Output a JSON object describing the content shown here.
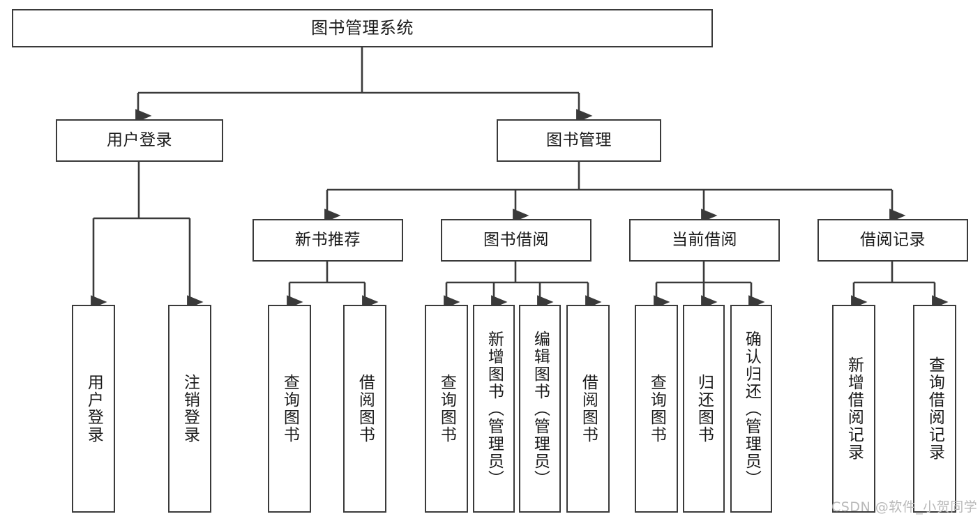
{
  "diagram": {
    "type": "tree",
    "title": "图书管理系统",
    "root": {
      "id": "root",
      "label": "图书管理系统"
    },
    "level1": [
      {
        "id": "user-login",
        "label": "用户登录"
      },
      {
        "id": "book-manage",
        "label": "图书管理"
      }
    ],
    "level2": [
      {
        "id": "new-book-recommend",
        "label": "新书推荐",
        "parent": "book-manage"
      },
      {
        "id": "book-borrow",
        "label": "图书借阅",
        "parent": "book-manage"
      },
      {
        "id": "current-borrow",
        "label": "当前借阅",
        "parent": "book-manage"
      },
      {
        "id": "borrow-record",
        "label": "借阅记录",
        "parent": "book-manage"
      }
    ],
    "leaves": [
      {
        "id": "leaf-user-login",
        "label": "用户登录",
        "parent": "user-login"
      },
      {
        "id": "leaf-user-logout",
        "label": "注销登录",
        "parent": "user-login"
      },
      {
        "id": "leaf-query-book-1",
        "label": "查询图书",
        "parent": "new-book-recommend"
      },
      {
        "id": "leaf-borrow-book-1",
        "label": "借阅图书",
        "parent": "new-book-recommend"
      },
      {
        "id": "leaf-query-book-2",
        "label": "查询图书",
        "parent": "book-borrow"
      },
      {
        "id": "leaf-add-book",
        "label": "新增图书（管理员）",
        "parent": "book-borrow"
      },
      {
        "id": "leaf-edit-book",
        "label": "编辑图书（管理员）",
        "parent": "book-borrow"
      },
      {
        "id": "leaf-borrow-book-2",
        "label": "借阅图书",
        "parent": "book-borrow"
      },
      {
        "id": "leaf-query-book-3",
        "label": "查询图书",
        "parent": "current-borrow"
      },
      {
        "id": "leaf-return-book",
        "label": "归还图书",
        "parent": "current-borrow"
      },
      {
        "id": "leaf-confirm-return",
        "label": "确认归还（管理员）",
        "parent": "current-borrow"
      },
      {
        "id": "leaf-add-record",
        "label": "新增借阅记录",
        "parent": "borrow-record"
      },
      {
        "id": "leaf-query-record",
        "label": "查询借阅记录",
        "parent": "borrow-record"
      }
    ],
    "colors": {
      "stroke": "#3a3a3a",
      "fill": "#ffffff",
      "text": "#1a1a1a",
      "watermark": "#b9b9b9"
    }
  },
  "watermark": {
    "text": "CSDN @软件_小贺同学"
  }
}
